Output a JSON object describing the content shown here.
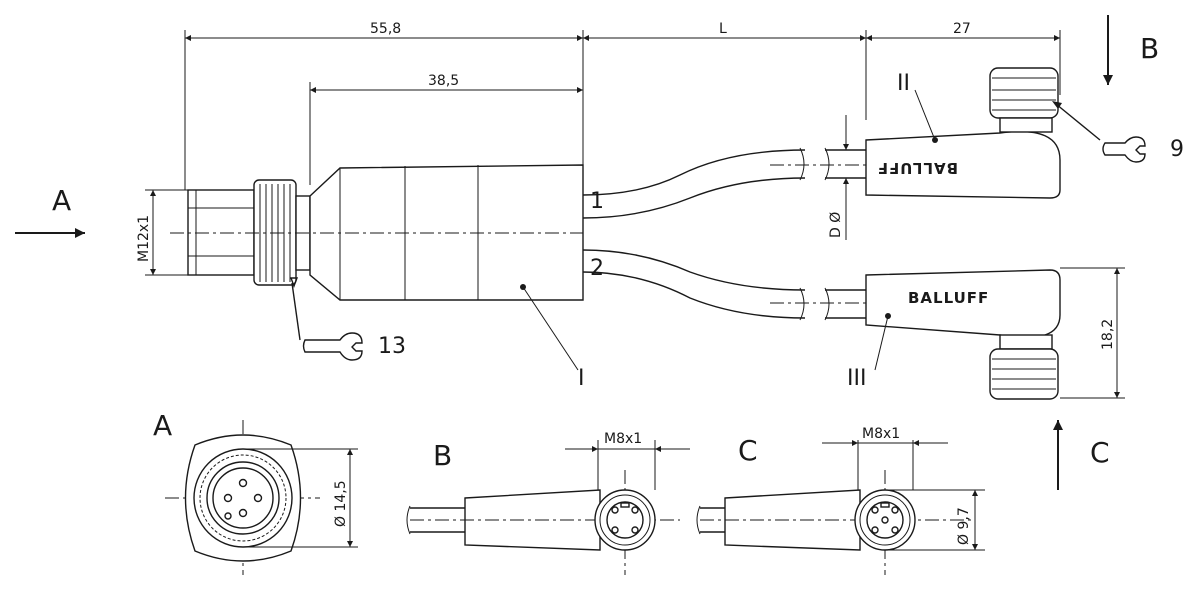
{
  "dimensions": {
    "overall_length": "55,8",
    "body_length": "38,5",
    "cable_length": "L",
    "connector_length": "27",
    "thread_main": "M12x1",
    "cable_diameter": "D Ø",
    "connector_height": "18,2",
    "diameter_main": "Ø 14,5",
    "thread_b": "M8x1",
    "thread_c": "M8x1",
    "diameter_c": "Ø 9,7"
  },
  "labels": {
    "cable_1": "1",
    "cable_2": "2",
    "part_i": "I",
    "part_ii": "II",
    "part_iii": "III",
    "wrench_13": "13",
    "wrench_9": "9",
    "view_a_arrow": "A",
    "view_b_arrow": "B",
    "view_c_arrow": "C",
    "view_a_title": "A",
    "view_b_title": "B",
    "view_c_title": "C"
  },
  "brand": {
    "upper": "BALLUFF",
    "lower": "BALLUFF"
  }
}
